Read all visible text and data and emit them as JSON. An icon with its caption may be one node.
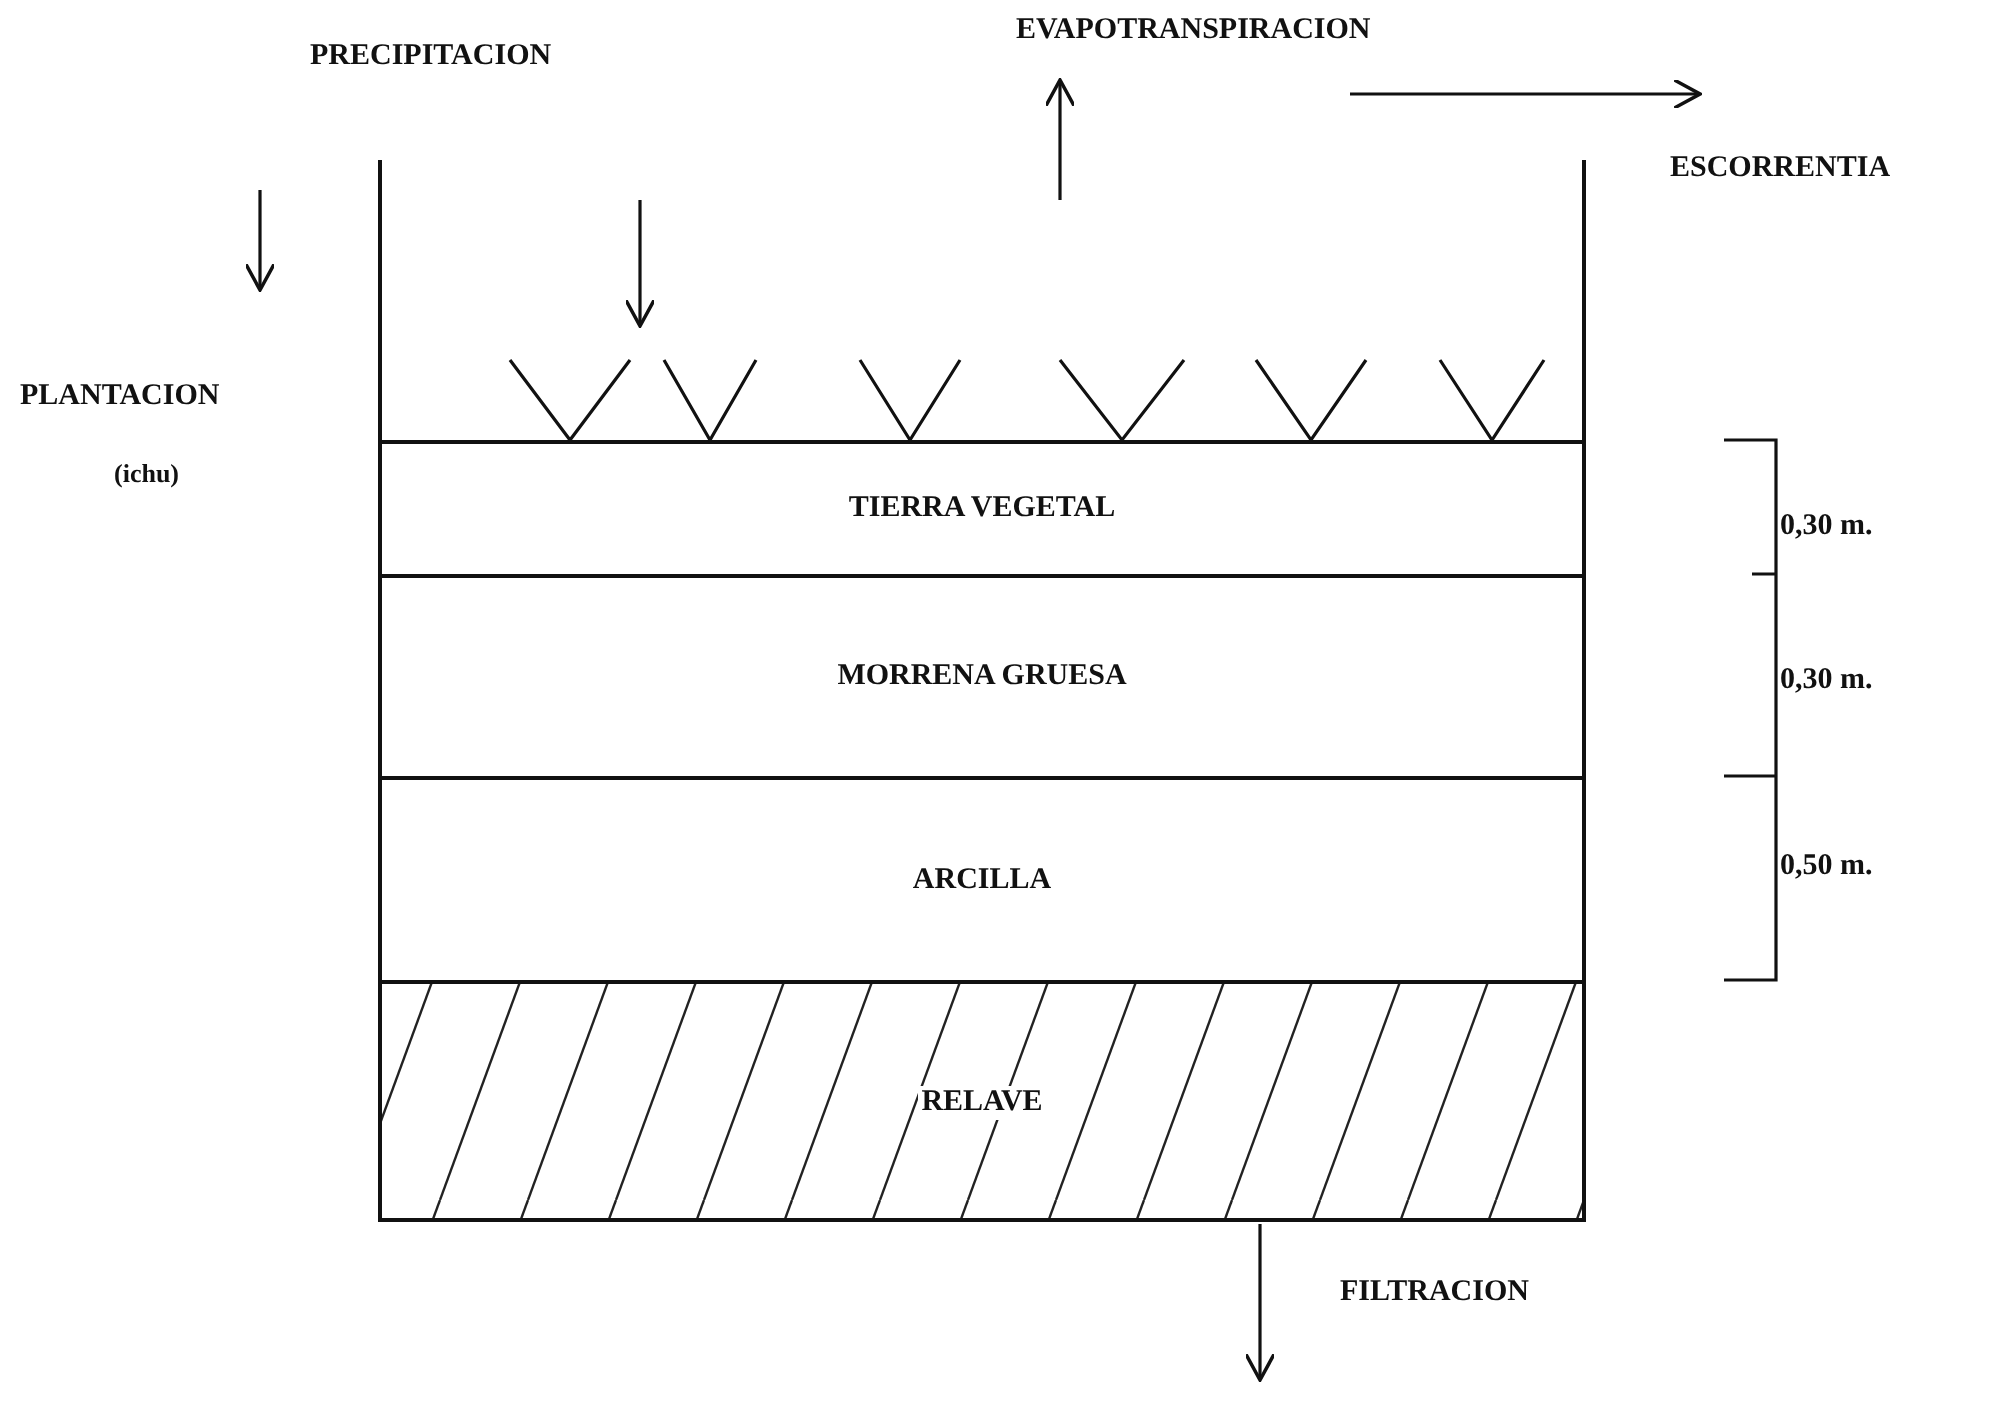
{
  "diagram": {
    "nodes": [
      {
        "text": [
          "TIERRA VEGETAL"
        ]
      },
      {
        "text": [
          "MORRENA GRUESA"
        ]
      },
      {
        "text": [
          "ARCILLA"
        ]
      },
      {
        "text": [
          "RELAVE"
        ]
      }
    ],
    "labels": [
      "PRECIPITACION",
      "EVAPOTRANSPIRACION",
      "ESCORRENTIA",
      "PLANTACION",
      "(ichu)",
      "0,30 m.",
      "0,30 m.",
      "0,50 m.",
      "FILTRACION"
    ]
  }
}
